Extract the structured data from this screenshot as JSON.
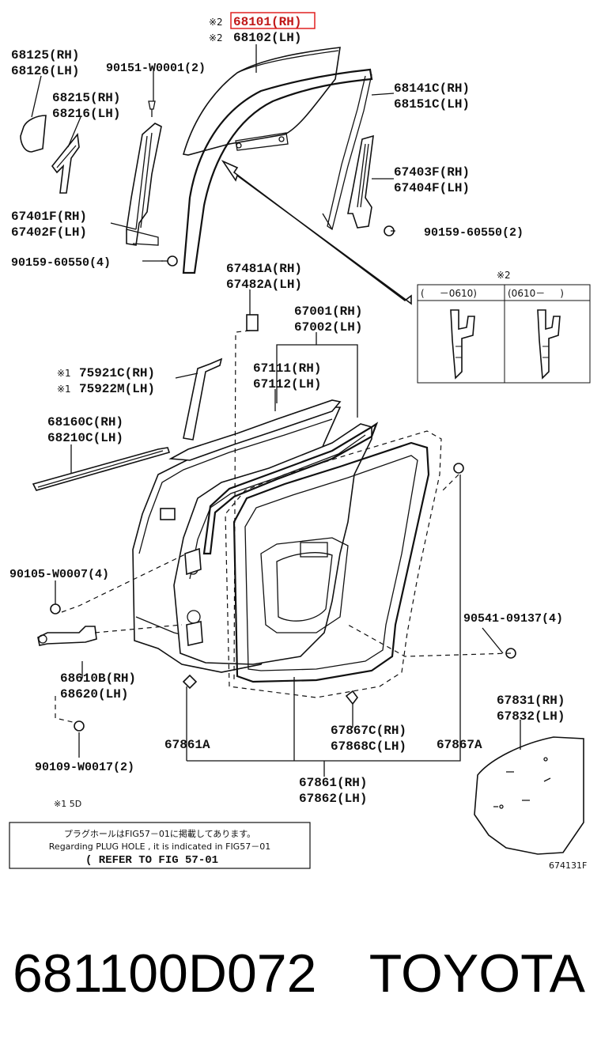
{
  "labels": {
    "l68101": "68101(RH)",
    "l68102": "68102(LH)",
    "mark2a": "※2",
    "mark2b": "※2",
    "l68125": "68125(RH)",
    "l68126": "68126(LH)",
    "l90151": "90151-W0001(2)",
    "l68215": "68215(RH)",
    "l68216": "68216(LH)",
    "l68141": "68141C(RH)",
    "l68151": "68151C(LH)",
    "l67403": "67403F(RH)",
    "l67404": "67404F(LH)",
    "l67401": "67401F(RH)",
    "l67402": "67402F(LH)",
    "l90159a": "90159-60550(2)",
    "l90159b": "90159-60550(4)",
    "l67481": "67481A(RH)",
    "l67482": "67482A(LH)",
    "l67001": "67001(RH)",
    "l67002": "67002(LH)",
    "l67111": "67111(RH)",
    "l67112": "67112(LH)",
    "l75921": "75921C(RH)",
    "l75922": "75922M(LH)",
    "mark1a": "※1",
    "mark1b": "※1",
    "l68160": "68160C(RH)",
    "l68210": "68210C(LH)",
    "l90105": "90105-W0007(4)",
    "l90541": "90541-09137(4)",
    "l68610": "68610B(RH)",
    "l68620": "68620(LH)",
    "l67831": "67831(RH)",
    "l67832": "67832(LH)",
    "l67867c": "67867C(RH)",
    "l67868c": "67868C(LH)",
    "l67861a": "67861A",
    "l67867a": "67867A",
    "l90109": "90109-W0017(2)",
    "l67861": "67861(RH)",
    "l67862": "67862(LH)"
  },
  "inset": {
    "mark": "※2",
    "left_header": "(     －0610)",
    "right_header": "(0610－     )"
  },
  "footnote": "※1 5D",
  "notice": {
    "line1": "プラグホールはFIG57－01に掲載してあります。",
    "line2": "Regarding PLUG HOLE , it is indicated in FIG57－01",
    "line3": "( REFER TO FIG 57-01"
  },
  "figure_code": "674131F",
  "part_number": "681100D072",
  "brand": "TOYOTA",
  "highlight_color": "#e02020"
}
